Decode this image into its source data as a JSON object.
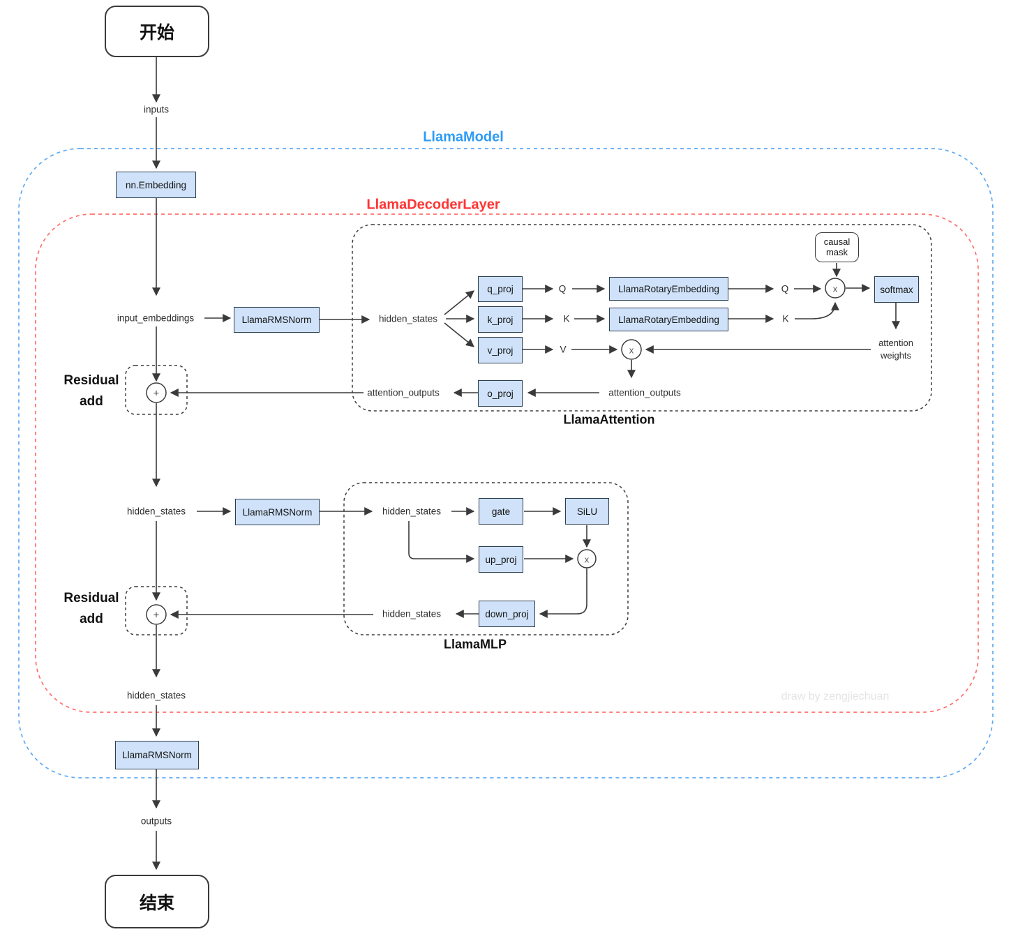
{
  "titles": {
    "llama_model": "LlamaModel",
    "llama_decoder_layer": "LlamaDecoderLayer",
    "llama_attention": "LlamaAttention",
    "llama_mlp": "LlamaMLP"
  },
  "terminators": {
    "start": "开始",
    "end": "结束"
  },
  "nodes": {
    "embedding": "nn.Embedding",
    "rmsnorm": "LlamaRMSNorm",
    "q_proj": "q_proj",
    "k_proj": "k_proj",
    "v_proj": "v_proj",
    "o_proj": "o_proj",
    "rotary_embedding": "LlamaRotaryEmbedding",
    "causal_mask_line1": "causal",
    "causal_mask_line2": "mask",
    "softmax": "softmax",
    "gate": "gate",
    "silu": "SiLU",
    "up_proj": "up_proj",
    "down_proj": "down_proj"
  },
  "labels": {
    "inputs": "inputs",
    "outputs": "outputs",
    "input_embeddings": "input_embeddings",
    "hidden_states": "hidden_states",
    "attention_outputs": "attention_outputs",
    "attention_weights_line1": "attention",
    "attention_weights_line2": "weights",
    "residual_line1": "Residual",
    "residual_line2": "add",
    "q": "Q",
    "k": "K",
    "v": "V",
    "plus_op": "+",
    "times_op": "x",
    "watermark": "draw by zengjiechuan"
  },
  "colors": {
    "model_border": "#5ea9f3",
    "decoder_border": "#ff6f6a",
    "section_border": "#3d3d3d",
    "box_fill": "#cfe2f9",
    "box_stroke": "#2c3e50",
    "model_title": "#2e9bf5",
    "decoder_title": "#ff3434",
    "arrow": "#3a3a3a"
  }
}
